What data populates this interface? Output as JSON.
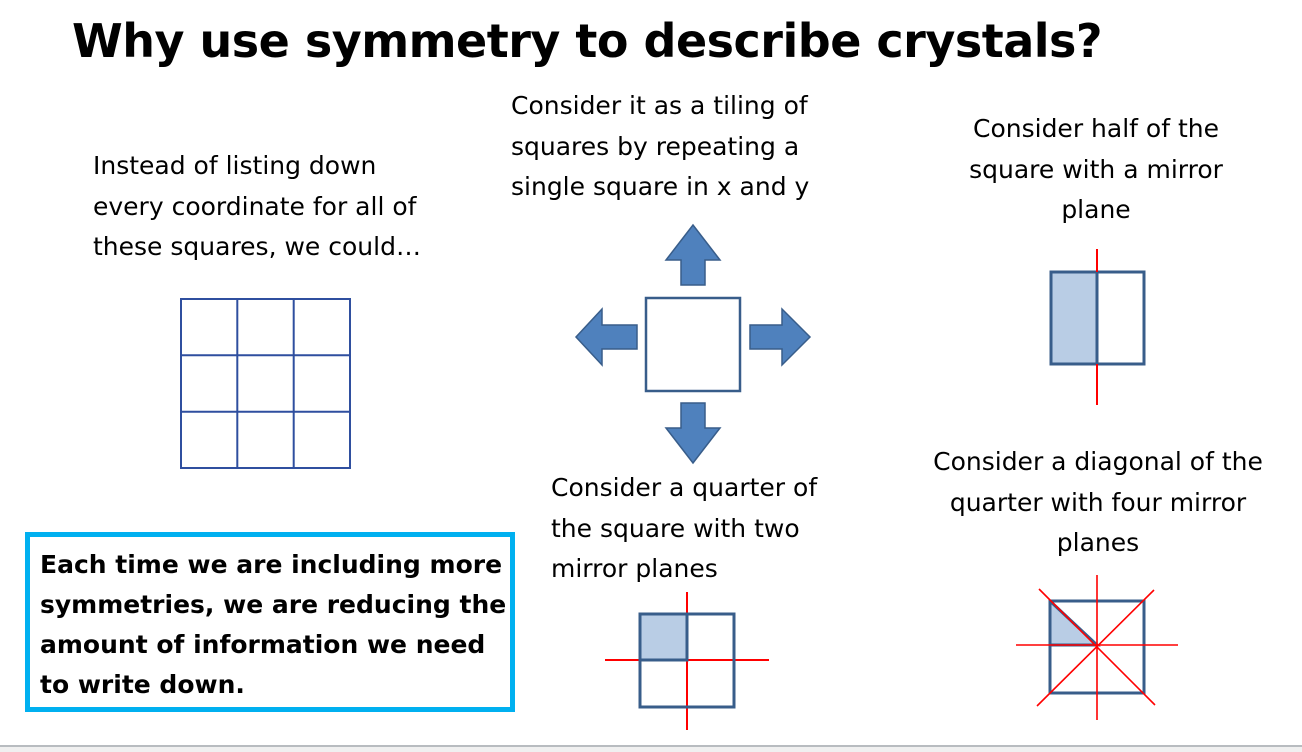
{
  "slide": {
    "title": "Why use symmetry to describe crystals?",
    "intro": {
      "lines": [
        "Instead of listing down",
        "every coordinate for all of",
        "these squares, we could…"
      ]
    },
    "tiling": {
      "lines": [
        "Consider it as a tiling of",
        "squares by repeating a",
        "single square in x and y"
      ]
    },
    "half": {
      "lines": [
        "Consider half of the",
        "square with a mirror",
        "plane"
      ]
    },
    "quarter": {
      "lines": [
        "Consider a quarter of",
        "the square with two",
        "mirror planes"
      ]
    },
    "diagonal": {
      "lines": [
        "Consider a diagonal of the",
        "quarter with four mirror",
        "planes"
      ]
    },
    "note": {
      "lines": [
        "Each time we are including more",
        "symmetries, we are reducing the",
        "amount of information we need",
        "to write down."
      ]
    }
  },
  "figures": {
    "grid": {
      "rows": 3,
      "cols": 3,
      "icon": "3x3-grid-icon"
    },
    "tiling": {
      "icon": "square-with-four-arrows-icon"
    },
    "half": {
      "icon": "half-square-mirror-icon",
      "mirror_planes": 1
    },
    "quarter": {
      "icon": "quarter-square-mirror-icon",
      "mirror_planes": 2
    },
    "diagonal": {
      "icon": "diagonal-triangle-mirror-icon",
      "mirror_planes": 4
    }
  },
  "colors": {
    "shape_stroke": "#385d8a",
    "arrow_fill": "#4f81bd",
    "shaded_fill": "#b9cde5",
    "mirror_line": "#ff0000",
    "note_border": "#00b0f0",
    "grid_stroke": "#2f4f9f"
  }
}
